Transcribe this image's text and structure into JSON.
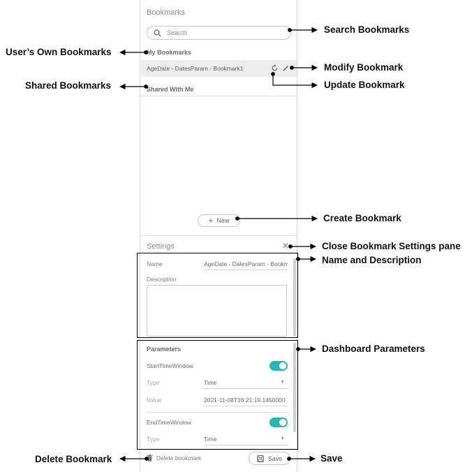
{
  "bookmarks_pane": {
    "title": "Bookmarks",
    "search_placeholder": "Search",
    "my_bookmarks_label": "My Bookmarks",
    "bookmark_items": [
      {
        "label": "AgeDate - DatesParam - Bookmark1"
      }
    ],
    "shared_label": "Shared With Me",
    "new_button_label": "New"
  },
  "settings_pane": {
    "title": "Settings",
    "name_label": "Name",
    "name_value": "AgeDate - DatesParam - Bookmark1",
    "description_label": "Description",
    "parameters_label": "Parameters",
    "parameters": [
      {
        "name": "StartTimeWindow",
        "enabled": true,
        "type_label": "Type",
        "type_value": "Time",
        "value_label": "Value",
        "value": "2021-11-08T16:21:19.1450000"
      },
      {
        "name": "EndTimeWindow",
        "enabled": true,
        "type_label": "Type",
        "type_value": "Time"
      }
    ],
    "delete_label": "Delete bookmark",
    "save_label": "Save"
  },
  "callouts": {
    "search": "Search Bookmarks",
    "own": "User’s Own Bookmarks",
    "modify": "Modify Bookmark",
    "shared": "Shared Bookmarks",
    "update": "Update Bookmark",
    "create": "Create Bookmark",
    "close": "Close Bookmark Settings pane",
    "name_desc": "Name and Description",
    "params": "Dashboard Parameters",
    "delete": "Delete Bookmark",
    "save": "Save"
  },
  "colors": {
    "toggle_on": "#2ab7b3",
    "selected_row": "#ececec",
    "border": "#c8c8c8"
  }
}
